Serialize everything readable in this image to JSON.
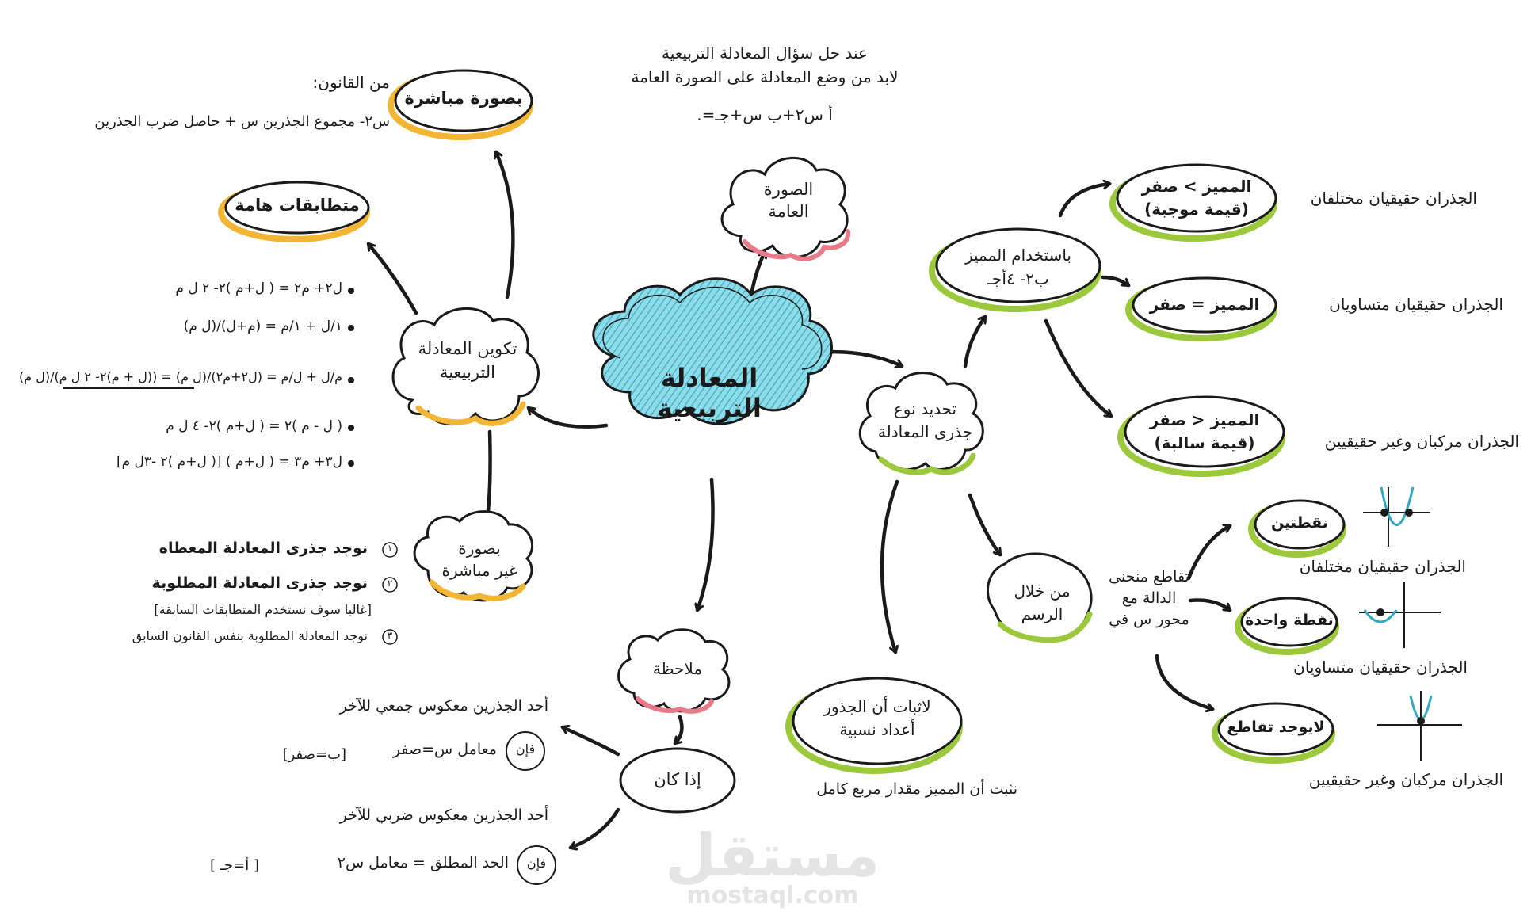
{
  "colors": {
    "center": "#5ec8dc",
    "pink": "#e87a8a",
    "yellow": "#f2b534",
    "green": "#9cc83c",
    "ink": "#1a1a1a"
  },
  "center_node": "المعادلة التربيعية",
  "intro": {
    "line1": "عند حل سؤال المعادلة التربيعية",
    "line2": "لابد من وضع المعادلة على الصورة العامة",
    "formula": "أ س٢+ب س+جـ=."
  },
  "nodes": {
    "general_form": [
      "الصورة",
      "العامة"
    ],
    "forming": [
      "تكوين المعادلة",
      "التربيعية"
    ],
    "direct": "بصورة مباشرة",
    "identities": "متطابقات هامة",
    "indirect": [
      "بصورة",
      "غير مباشرة"
    ],
    "root_type": [
      "تحديد نوع",
      "جذرى المعادلة"
    ],
    "discriminant": [
      "باستخدام المميز",
      "ب٢- ٤أجـ"
    ],
    "disc_positive": [
      "المميز > صفر",
      "(قيمة موجبة)"
    ],
    "disc_zero": "المميز = صفر",
    "disc_negative": [
      "المميز < صفر",
      "(قيمة سالبة)"
    ],
    "graph": [
      "من خلال",
      "الرسم"
    ],
    "rational": [
      "لاثبات أن الجذور",
      "أعداد نسبية"
    ],
    "note": "ملاحظة",
    "if_was": "إذا كان",
    "two_points": "نقطتين",
    "one_point": "نقطة واحدة",
    "no_intersect": "لايوجد تقاطع"
  },
  "texts": {
    "from_law": "من القانون:",
    "direct_law": "س٢- مجموع الجذرين س + حاصل ضرب الجذرين",
    "two_real_diff": "الجذران حقيقيان مختلفان",
    "two_real_equal": "الجذران حقيقيان متساويان",
    "complex": "الجذران مركبان وغير حقيقيين",
    "intersect": [
      "تقاطع منحنى",
      "الدالة مع",
      "محور س في"
    ],
    "graph_diff": "الجذران حقيقيان مختلفان",
    "graph_equal": "الجذران حقيقيان متساويان",
    "graph_complex": "الجذران مركبان وغير حقيقيين",
    "rational_note": "نثبت أن المميز مقدار مربع كامل",
    "indirect_1": "نوجد جذرى المعادلة المعطاه",
    "indirect_2": "نوجد جذرى المعادلة المطلوبة",
    "indirect_note": "[غالبا سوف نستخدم المتطابقات السابقة]",
    "indirect_3": "نوجد المعادلة المطلوبة بنفس القانون السابق",
    "num_1": "١",
    "num_2": "٢",
    "num_3": "٣",
    "additive": "أحد الجذرين معكوس جمعي للآخر",
    "additive_then": "معامل س=صفر",
    "additive_bracket": "[ب=صفر]",
    "multiplicative": "أحد الجذرين معكوس ضربي للآخر",
    "mult_then": "الحد المطلق = معامل س٢",
    "mult_bracket": "[ أ=جـ ]",
    "then": "فإن"
  },
  "identities": [
    "ل٢+ م٢ = ( ل+م )٢- ٢ ل م",
    "١/ل + ١/م = (م+ل)/(ل م)",
    "م/ل + ل/م = (ل٢+م٢)/(ل م) = ((ل + م)٢- ٢ ل م)/(ل م)",
    "( ل - م )٢ = ( ل+م )٢- ٤ ل م",
    "ل٣+ م٣ = ( ل+م ) [( ل+م )٢ -٣ل م]"
  ],
  "watermark": {
    "arabic": "مستقل",
    "latin": "mostaql.com"
  }
}
